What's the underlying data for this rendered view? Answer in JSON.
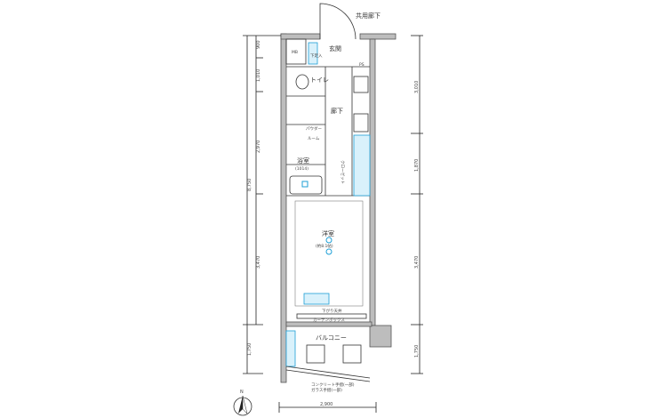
{
  "rooms": {
    "corridor_common": "共用廊下",
    "mb": "MB",
    "entrance": "玄関",
    "shoe_box": "下足入",
    "toilet": "トイレ",
    "hallway": "廊下",
    "powder_room_1": "パウダー",
    "powder_room_2": "ルーム",
    "bath": "浴室",
    "bath_size": "(1014)",
    "western_room": "洋室",
    "western_room_size": "(約8.1帖)",
    "closet": "クローゼット",
    "balcony": "バルコニー",
    "ps": "PS"
  },
  "notes": {
    "lowered_ceiling": "下がり天井",
    "curtain_box": "カーテンボックス",
    "railing_1": "コンクリート手摺(一部)",
    "railing_2": "ガラス手摺(一部)"
  },
  "dimensions": {
    "left": [
      "900",
      "1,010",
      "2,970",
      "3,470",
      "1,750"
    ],
    "left_total": "8,750",
    "right": [
      "3,010",
      "1,870",
      "3,470",
      "1,750"
    ],
    "bottom": "2,900"
  },
  "compass": "N"
}
